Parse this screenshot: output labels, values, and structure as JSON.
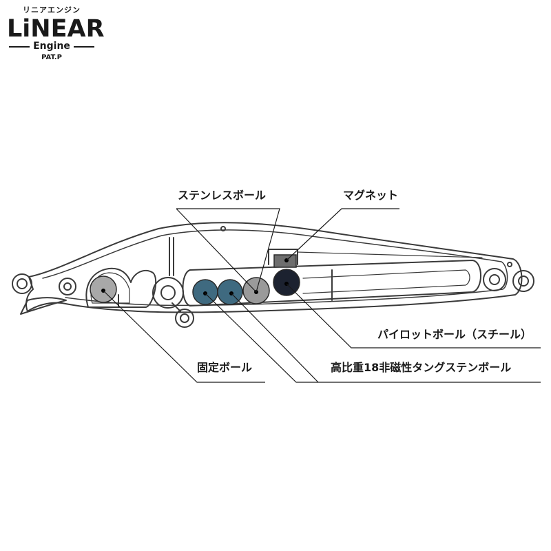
{
  "logo": {
    "kana": "リニアエンジン",
    "name": "LiNEAR",
    "sub": "Engine",
    "pat": "PAT.P"
  },
  "labels": {
    "stainless_ball": "ステンレスボール",
    "magnet": "マグネット",
    "pilot_ball": "パイロットボール（スチール）",
    "fixed_ball": "固定ボール",
    "tungsten_ball": "高比重18非磁性タングステンボール"
  },
  "colors": {
    "outline": "#3a3a3a",
    "fixed_ball": "#a8a8a8",
    "tungsten_ball": "#3f6a80",
    "stainless_ball": "#9a9a9a",
    "pilot_ball": "#1c2230",
    "magnet": "#6e6e6e"
  }
}
